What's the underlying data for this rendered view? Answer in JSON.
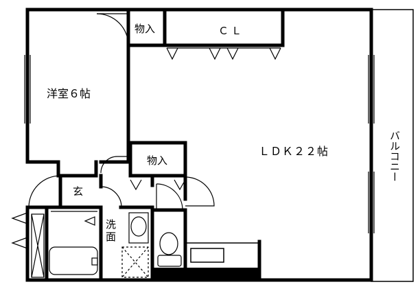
{
  "floor_plan": {
    "rooms": {
      "youshitsu": "洋室６帖",
      "monoire_top": "物入",
      "closet": "ＣＬ",
      "monoire_mid": "物入",
      "ldk": "ＬＤＫ２２帖",
      "genkan": "玄",
      "senmen": "洗面",
      "balcony": "バルコニー"
    }
  }
}
